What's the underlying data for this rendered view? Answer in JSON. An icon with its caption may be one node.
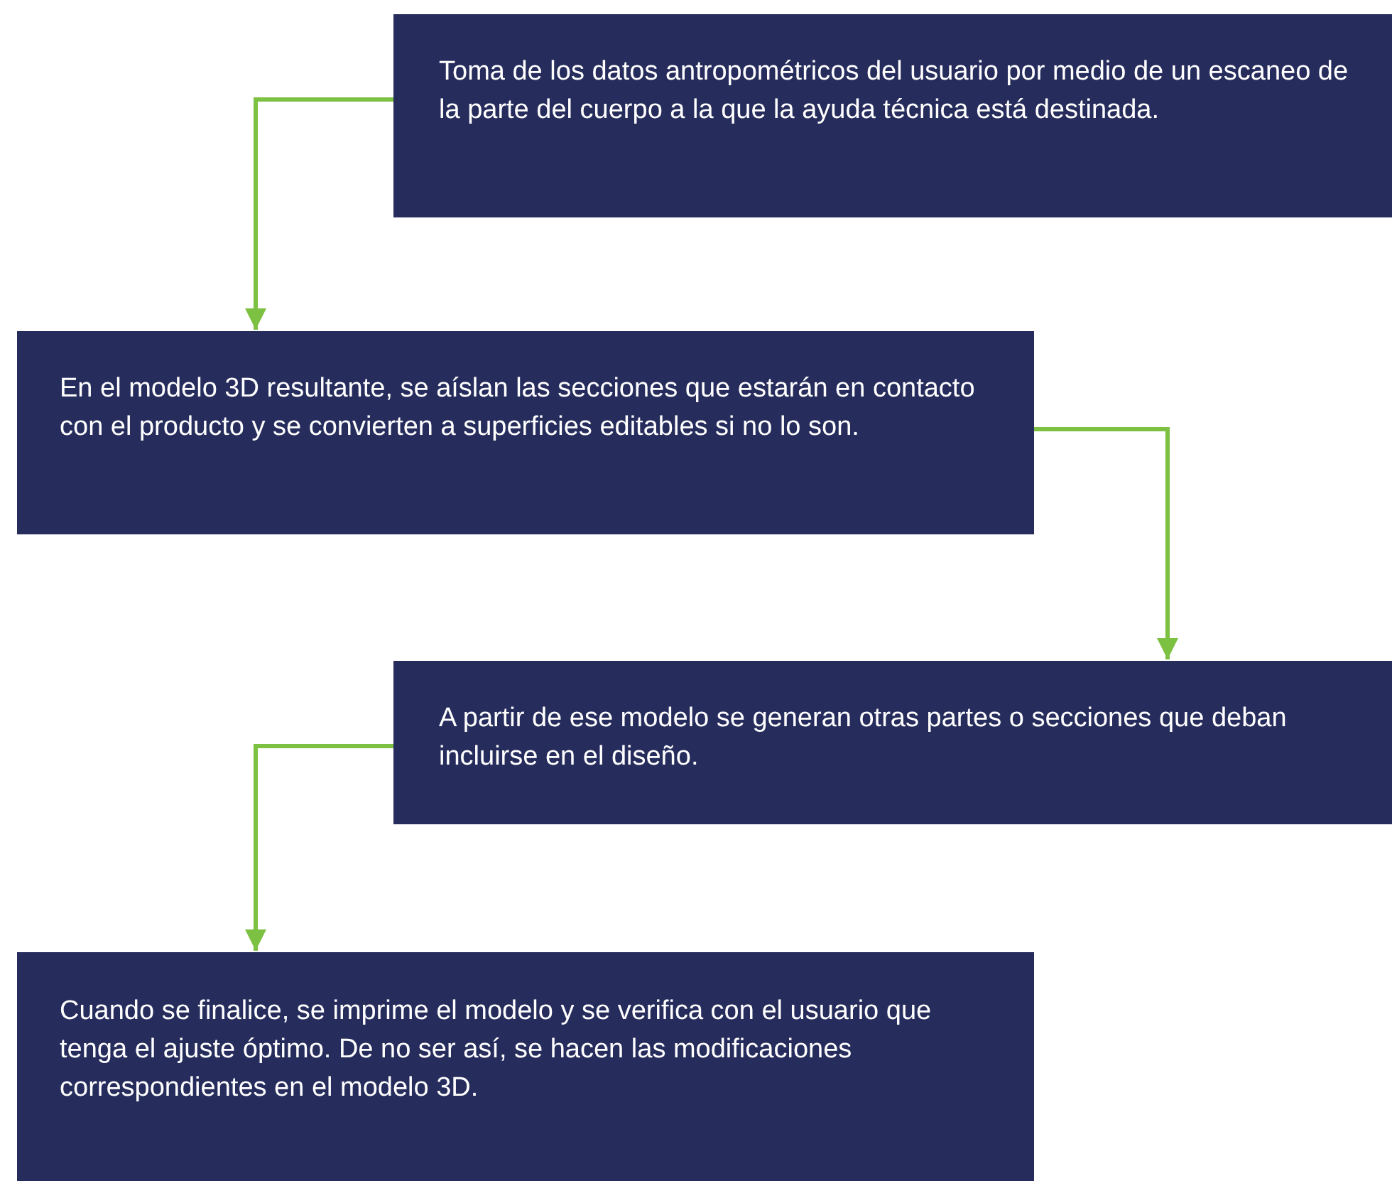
{
  "diagram": {
    "nodes": [
      {
        "text": [
          "Toma de los datos antropométricos del usuario por medio de un escaneo de la parte del cuerpo a la que la ayuda técnica está destinada."
        ]
      },
      {
        "text": [
          "En el modelo 3D resultante, se aíslan las secciones que estarán en contacto con el producto y se convierten a superficies editables si no lo son."
        ]
      },
      {
        "text": [
          "A partir de ese modelo se generan otras partes o secciones que deban incluirse en el diseño."
        ]
      },
      {
        "text": [
          "Cuando se finalice, se imprime el modelo y se verifica con el usuario que tenga el ajuste óptimo. De no ser así, se hacen las modificaciones correspondientes en el modelo 3D."
        ]
      }
    ],
    "edges": [
      {
        "from": 0,
        "to": 1,
        "arrow": "to"
      },
      {
        "from": 1,
        "to": 2,
        "arrow": "to"
      },
      {
        "from": 2,
        "to": 3,
        "arrow": "to"
      }
    ]
  }
}
